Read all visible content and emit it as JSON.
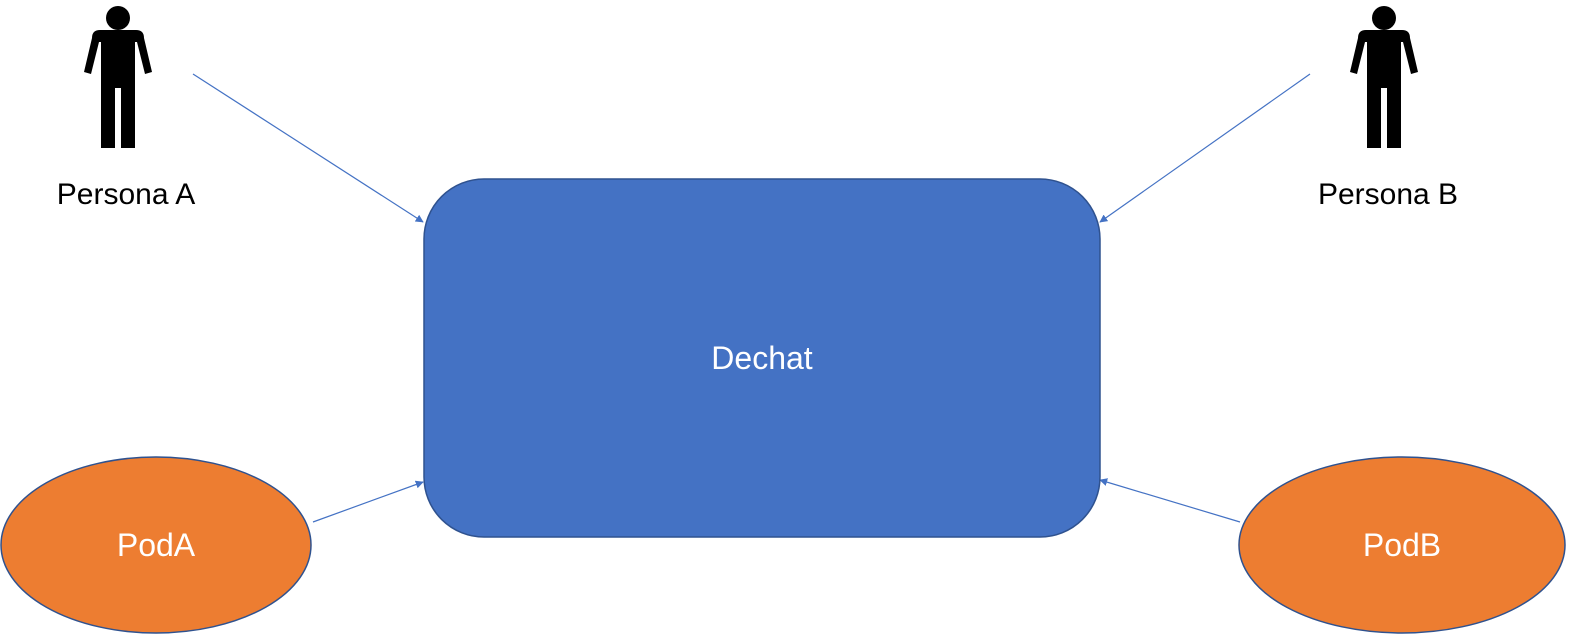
{
  "people": [
    {
      "id": "persona-a",
      "label": "Persona A"
    },
    {
      "id": "persona-b",
      "label": "Persona B"
    }
  ],
  "center": {
    "label": "Dechat"
  },
  "pods": [
    {
      "id": "pod-a",
      "label": "PodA"
    },
    {
      "id": "pod-b",
      "label": "PodB"
    }
  ],
  "colors": {
    "center_fill": "#4472C4",
    "center_stroke": "#2F528F",
    "pod_fill": "#ED7D31",
    "pod_stroke": "#2F528F",
    "arrow": "#4472C4",
    "person": "#000000"
  }
}
